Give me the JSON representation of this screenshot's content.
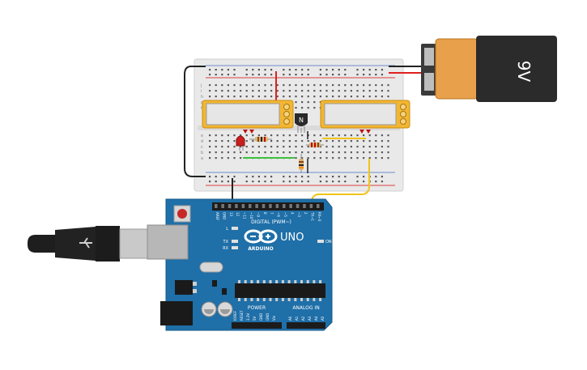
{
  "battery": {
    "label": "9V"
  },
  "arduino": {
    "logo_text": "ARDUINO",
    "model": "UNO",
    "digital_label": "DIGITAL (PWM~)",
    "power_label": "POWER",
    "analog_label": "ANALOG IN",
    "on_label": "ON",
    "l_label": "L",
    "tx_label": "TX",
    "rx_label": "RX",
    "digital_pins": [
      "AREF",
      "GND",
      "13",
      "12",
      "~11",
      "~10",
      "~9",
      "8",
      "7",
      "~6",
      "~5",
      "4",
      "~3",
      "2",
      "TX→1",
      "RX←0"
    ],
    "power_pins": [
      "IOREF",
      "RESET",
      "3.3V",
      "5V",
      "GND",
      "GND",
      "Vin"
    ],
    "analog_pins": [
      "A0",
      "A1",
      "A2",
      "A3",
      "A4",
      "A5"
    ]
  },
  "transistor": {
    "label": "N"
  },
  "breadboard": {
    "row_letters_top": [
      "j",
      "i",
      "h",
      "g",
      "f"
    ],
    "row_letters_bottom": [
      "e",
      "d",
      "c",
      "b",
      "a"
    ]
  },
  "colors": {
    "board_blue": "#1f6fa8",
    "relay_yellow": "#f2b632",
    "wire_yellow": "#f0c419",
    "wire_green": "#3cc13c",
    "wire_red": "#e02020",
    "battery_orange": "#e8a04a"
  }
}
